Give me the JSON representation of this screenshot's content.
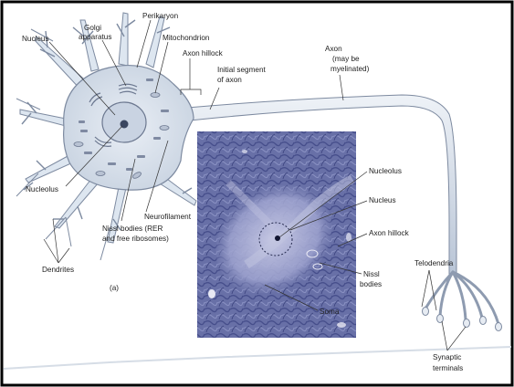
{
  "diagram": {
    "labels": {
      "nucleus_top": "Nucleus",
      "golgi_1": "Golgi",
      "golgi_2": "apparatus",
      "perikaryon": "Perikaryon",
      "mitochondrion": "Mitochondrion",
      "axon_hillock_top": "Axon hillock",
      "initial_segment_1": "Initial  segment",
      "initial_segment_2": "of axon",
      "axon_1": "Axon",
      "axon_2": "(may be",
      "axon_3": "myelinated)",
      "nucleolus_left": "Nucleolus",
      "neurofilament": "Neurofilament",
      "nissl_1": "Nissl bodies (RER",
      "nissl_2": "and free ribosomes)",
      "dendrites": "Dendrites",
      "panel_a": "(a)",
      "micro_nucleolus": "Nucleolus",
      "micro_nucleus": "Nucleus",
      "micro_axon_hillock": "Axon hillock",
      "micro_nissl_1": "Nissl",
      "micro_nissl_2": "bodies",
      "micro_soma": "Soma",
      "telodendria": "Telodendria",
      "synaptic_1": "Synaptic",
      "synaptic_2": "terminals"
    },
    "colors": {
      "frame": "#000000",
      "cell_fill": "#dde6f0",
      "cell_stroke": "#7d8aa0",
      "nucleus_fill": "#c9d3e2",
      "micrograph_bg": "#6f77ad"
    }
  }
}
